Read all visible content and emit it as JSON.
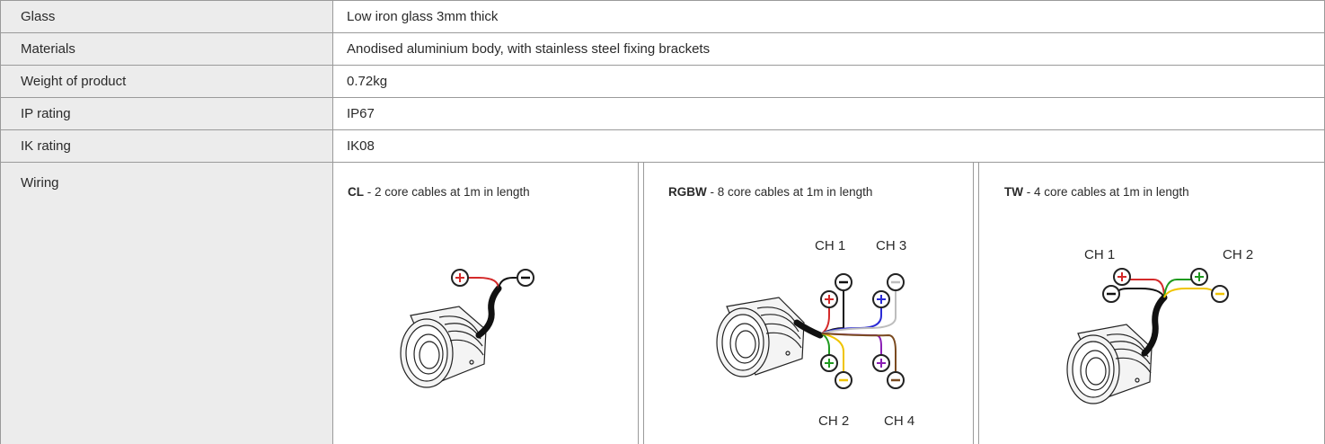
{
  "rows": [
    {
      "label": "Glass",
      "value": "Low iron glass 3mm thick"
    },
    {
      "label": "Materials",
      "value": "Anodised aluminium body, with stainless steel fixing brackets"
    },
    {
      "label": "Weight of product",
      "value": "0.72kg"
    },
    {
      "label": "IP rating",
      "value": "IP67"
    },
    {
      "label": "IK rating",
      "value": "IK08"
    }
  ],
  "wiring": {
    "label": "Wiring",
    "panels": [
      {
        "code": "CL",
        "desc": " - 2 core cables at 1m in length",
        "channels": []
      },
      {
        "code": "RGBW",
        "desc": " - 8 core cables at 1m in length",
        "channels": [
          "CH 1",
          "CH 3",
          "CH 2",
          "CH 4"
        ]
      },
      {
        "code": "TW",
        "desc": " - 4 core cables at 1m in length",
        "channels": [
          "CH 1",
          "CH 2"
        ]
      }
    ]
  },
  "colors": {
    "label_bg": "#ececec",
    "border": "#9a9a9a",
    "wire_red": "#d42a2a",
    "wire_black": "#111111",
    "wire_blue": "#2b2bd6",
    "wire_grey": "#bdbdbd",
    "wire_green": "#1f9a1f",
    "wire_yellow": "#f0c400",
    "wire_purple": "#8b1fb5",
    "wire_brown": "#7a4a1f"
  }
}
